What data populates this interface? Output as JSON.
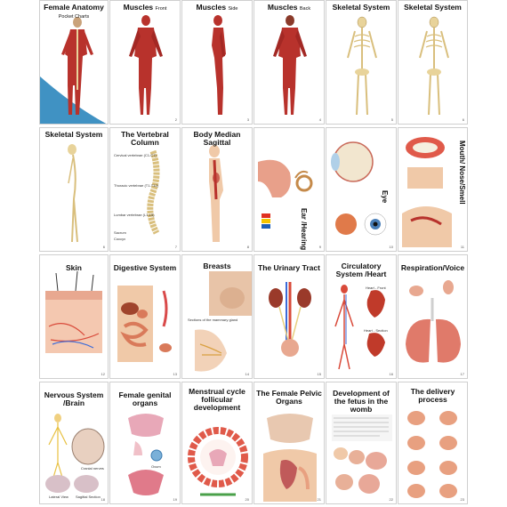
{
  "cards": [
    {
      "title": "Female Anatomy",
      "subtitle": "Pocket Charts",
      "page": ""
    },
    {
      "title": "Muscles",
      "subtitle": "Front",
      "page": "2"
    },
    {
      "title": "Muscles",
      "subtitle": "Side",
      "page": "3"
    },
    {
      "title": "Muscles",
      "subtitle": "Back",
      "page": "4"
    },
    {
      "title": "Skeletal System",
      "subtitle": "",
      "page": "5"
    },
    {
      "title": "Skeletal System",
      "subtitle": "",
      "page": "6"
    },
    {
      "title": "Skeletal System",
      "subtitle": "",
      "page": "6"
    },
    {
      "title": "The Vertebral Column",
      "subtitle": "",
      "page": "7"
    },
    {
      "title": "Body Median Sagittal",
      "subtitle": "",
      "page": "8"
    },
    {
      "title": "Ear /Hearing",
      "subtitle": "",
      "page": "9"
    },
    {
      "title": "Eye",
      "subtitle": "",
      "page": "10"
    },
    {
      "title": "Mouth/ Nose/Smell",
      "subtitle": "",
      "page": "11"
    },
    {
      "title": "Skin",
      "subtitle": "",
      "page": "12"
    },
    {
      "title": "Digestive System",
      "subtitle": "",
      "page": "13"
    },
    {
      "title": "Breasts",
      "subtitle": "",
      "page": "14"
    },
    {
      "title": "The Urinary Tract",
      "subtitle": "",
      "page": "15"
    },
    {
      "title": "Circulatory System /Heart",
      "subtitle": "",
      "page": "16"
    },
    {
      "title": "Respiration/Voice",
      "subtitle": "",
      "page": "17"
    },
    {
      "title": "Nervous System /Brain",
      "subtitle": "",
      "page": "18"
    },
    {
      "title": "Female genital organs",
      "subtitle": "",
      "page": "19"
    },
    {
      "title": "Menstrual cycle follicular development",
      "subtitle": "",
      "page": "20"
    },
    {
      "title": "The Female Pelvic Organs",
      "subtitle": "",
      "page": "21"
    },
    {
      "title": "Development of the fetus in the womb",
      "subtitle": "",
      "page": "22"
    },
    {
      "title": "The delivery process",
      "subtitle": "",
      "page": "23"
    }
  ],
  "labels": {
    "vertebral_cervical": "Cervical vertebrae (C1-C7)",
    "vertebral_thoracic": "Thoracic vertebrae (T1-T12)",
    "vertebral_lumbar": "Lumbar vertebrae (L1-L5)",
    "vertebral_sacrum": "Sacrum",
    "vertebral_coccyx": "Coccyx",
    "breast_sections": "Sections of the mammary gland",
    "heart_front": "Heart - Front",
    "heart_section": "Heart - Section",
    "brain_lateral": "Lateral View",
    "brain_sagittal": "Sagittal Section",
    "brain_cranial": "Cranial nerves",
    "genital_ovum": "Ovum"
  },
  "colors": {
    "muscle": "#b8322c",
    "bone": "#e8d39a",
    "skin": "#f0c9a8",
    "accent_blue": "#1e7fb8"
  }
}
